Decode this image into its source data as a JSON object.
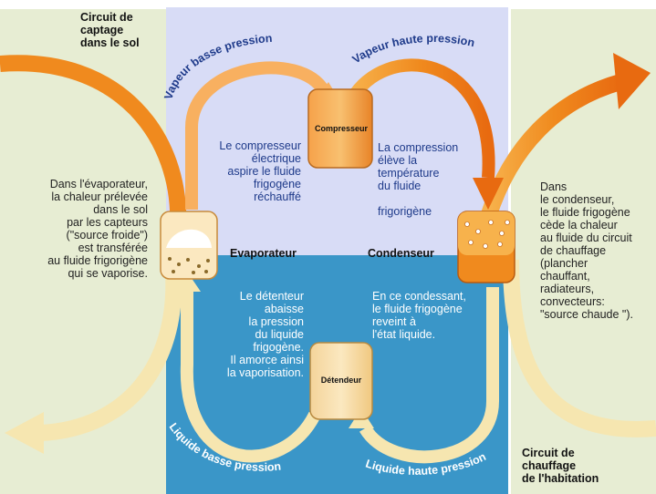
{
  "left_panel": {
    "title": "Circuit de\ncaptage\ndans le sol",
    "text": "Dans l'évaporateur,\nla chaleur prélevée\ndans le sol\npar les capteurs\n(\"source froide\")\nest transférée\nau fluide frigorigène\nqui se vaporise."
  },
  "right_panel": {
    "title": "Circuit de\nchauffage\nde l'habitation",
    "text": "Dans\nle condenseur,\nle fluide frigogène\ncède la chaleur\nau fluide du circuit\nde chauffage\n(plancher\nchauffant,\nradiateurs,\nconvecteurs:\n\"source chaude \")."
  },
  "labels": {
    "vapeur_basse": "Vapeur basse pression",
    "vapeur_haute": "Vapeur haute pression",
    "liquide_basse": "Liquide basse pression",
    "liquide_haute": "Liquide haute pression"
  },
  "components": {
    "compresseur": "Compresseur",
    "detendeur": "Détendeur",
    "evaporateur": "Evaporateur",
    "condenseur": "Condenseur"
  },
  "descriptions": {
    "compresseur": "Le compresseur\nélectrique\naspire le fluide\nfrigogène\nréchauffé",
    "compression": "La compression\nélève la\ntempérature\ndu fluide\n\nfrigorigène",
    "detendeur": "Le détenteur\nabaisse\nla pression\ndu liquide\nfrigogène.\nIl amorce ainsi\nla vaporisation.",
    "condensant": "En ce condessant,\nle fluide frigogène\nreveint à\nl'état liquide."
  },
  "colors": {
    "upper_bg": "#d8dcf6",
    "lower_bg": "#3a96c8",
    "side_panel": "#e7edd3",
    "hot_pipe": "#f08a1e",
    "cold_pipe": "#f6e6b0"
  }
}
